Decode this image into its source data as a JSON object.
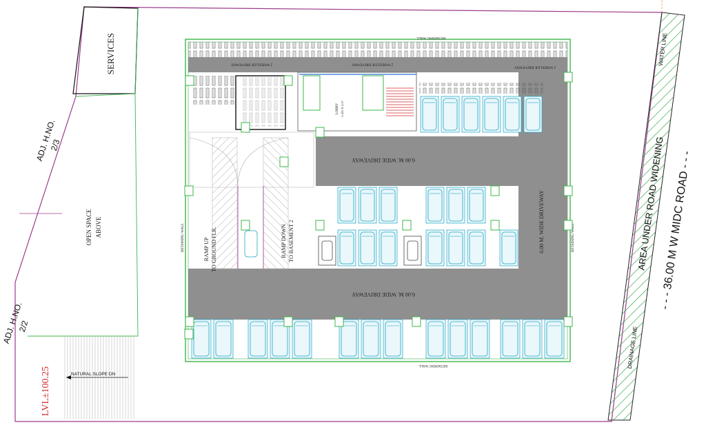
{
  "labels": {
    "services": "SERVICES",
    "adj_top": "ADJ. H.NO.",
    "adj_top_num": "2/3",
    "adj_bottom": "ADJ. H.NO.",
    "adj_bottom_num": "2/2",
    "open_space_1": "OPEN SPACE",
    "open_space_2": "ABOVE",
    "lvl": "LVL±100.25",
    "natural_slope": "NATURAL SLOPE DN",
    "retaining_wall_top": "RETAINING WALL",
    "retaining_wall_bottom": "RETAINING WALL",
    "retaining_wall_left": "RETAINING WALL",
    "retaining_wall_right": "RETAINING WALL",
    "two_wheeler_1": "2 WHEELER DRIVEWAY",
    "two_wheeler_2": "2 WHEELER DRIVEWAY",
    "two_wheeler_3": "2 WHEELER DRIVEWAY",
    "driveway_upper": "6.00 M. WIDE DRIVEWAY",
    "driveway_lower": "6.00 M. WIDE DRIVEWAY",
    "driveway_vertical": "6.00 M. WIDE DRIVEWAY",
    "lobby": "LOBBY",
    "lobby_size": "6.425 X 4.57",
    "ramp_up_1": "RAMP UP",
    "ramp_up_2": "TO GROUND FLR.",
    "ramp_down_1": "RAMP DOWN",
    "ramp_down_2": "TO BASEMENT 2",
    "water_line": "WATER LINE",
    "area_under_road": "AREA UNDER ROAD WIDENING",
    "road": "- - - 36.00 M W MIDC ROAD - - -",
    "drainage_line": "DRAINAGE LINE"
  },
  "colors": {
    "boundary": "#9b3a8a",
    "building": "#3cb54a",
    "driveway": "#8f8f8f",
    "car": "#1aa6c4",
    "red": "#d12a2a",
    "hatch": "#3aa84a"
  }
}
